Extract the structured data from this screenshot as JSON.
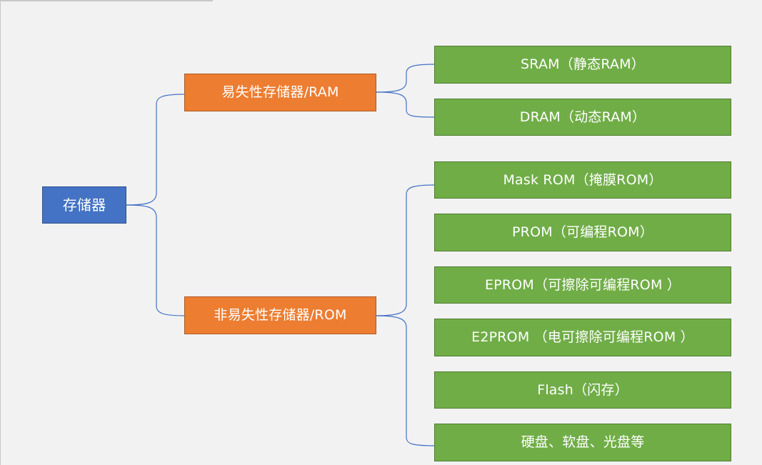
{
  "diagram": {
    "root": {
      "label": "存储器"
    },
    "categories": [
      {
        "label": "易失性存储器/RAM",
        "children": [
          {
            "label": "SRAM（静态RAM）"
          },
          {
            "label": "DRAM（动态RAM）"
          }
        ]
      },
      {
        "label": "非易失性存储器/ROM",
        "children": [
          {
            "label": "Mask ROM（掩膜ROM）"
          },
          {
            "label": "PROM（可编程ROM）"
          },
          {
            "label": "EPROM（可擦除可编程ROM ）"
          },
          {
            "label": "E2PROM （电可擦除可编程ROM ）"
          },
          {
            "label": "Flash（闪存）"
          },
          {
            "label": "硬盘、软盘、光盘等"
          }
        ]
      }
    ]
  },
  "colors": {
    "root": "#4472c4",
    "category": "#ed7d31",
    "leaf": "#70ad47",
    "connector": "#4472c4",
    "background": "#f2f2f2"
  }
}
